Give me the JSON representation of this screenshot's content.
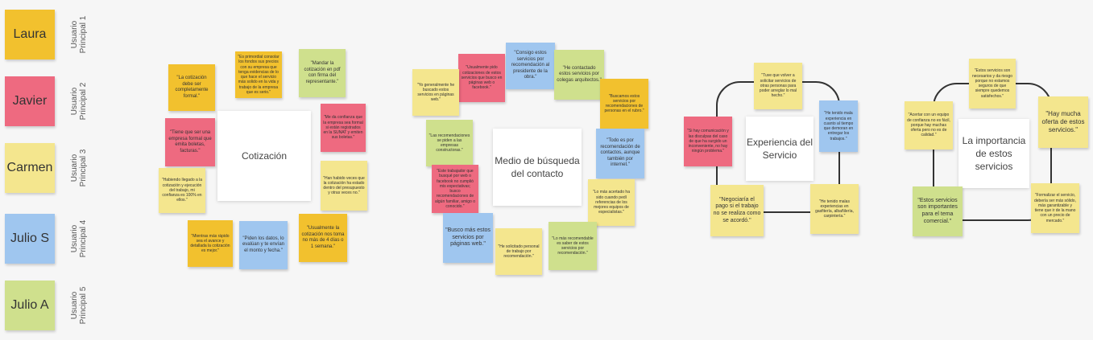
{
  "legend": [
    {
      "name": "Laura",
      "role": "Usuario\nPrincipal 1",
      "color": "#f2c12e"
    },
    {
      "name": "Javier",
      "role": "Usuario\nPrincipal 2",
      "color": "#ee6a80"
    },
    {
      "name": "Carmen",
      "role": "Usuario\nPrincipal 3",
      "color": "#f4e68e"
    },
    {
      "name": "Julio S",
      "role": "Usuario\nPrincipal 4",
      "color": "#9fc6ef"
    },
    {
      "name": "Julio A",
      "role": "Usuario\nPrincipal 5",
      "color": "#cfe08d"
    }
  ],
  "clusters": [
    {
      "title": "Cotización",
      "notes": [
        "\"La cotización debe ser completamente formal.\"",
        "\"Es primordial consolar los fondos sus precios con su empresa que tenga evidencias de lo que hace el servicio más solido en la vida y trabajo de la empresa que es serio.\"",
        "\"Mandar la cotización en pdf con firma del representante.\"",
        "\"Me da confianza que la empresa sea formal si están registrados en la SUNAT y emiten sus boletas.\"",
        "\"Tiene que ser una empresa formal que emita boletas, facturas.\"",
        "\"Habiendo llegado a la cotización y ejecución del trabajo, mi confianza es 100% en ellos.\"",
        "\"Han habido veces que la cotización ha estado dentro del presupuesto y otras veces no.\"",
        "\"Mientras más rápido sea el avance y detallada la cotización es mejor.\"",
        "\"Piden los datos, lo evalúan y te envían el monto y fecha.\"",
        "\"Usualmente la cotización nos toma no más de 4 días o 1 semana.\""
      ]
    },
    {
      "title": "Medio de búsqueda del contacto",
      "notes": [
        "\"Usualmente pido cotizaciones de estos servicios que busco en páginas web o facebook.\"",
        "\"Consigo estos servicios por recomendación al presidente de la obra.\"",
        "\"He contactado estos servicios por colegas arquitectos.\"",
        "\"Yo generalmente he buscado estos servicios en páginas web.\"",
        "\"Buscamos estos servicios por recomendaciones de personas en el rubro.\"",
        "\"Las recomendaciones se piden a las empresas constructoras.\"",
        "\"Todo es por recomendación de contactos, aunque también por internet.\"",
        "\"Este trabajador que busqué por web o facebook no cumplió mis expectativas; busco recomendaciones de algún familiar, amigo o conocido.\"",
        "\"Lo más acertado ha sido cuando pedí referencias de los mejores equipos de especialistas.\"",
        "\"Busco más estos servicios por páginas web.\"",
        "\"He solicitado personal de trabajo por recomendación.\"",
        "\"Lo más recomendable es saber de estos servicios por recomendación.\""
      ]
    },
    {
      "title": "Experiencia del Servicio",
      "notes": [
        "\"Tuve que volver a solicitar servicios de otras personas para poder arreglar lo mal hecho.\"",
        "\"He tenido mala experiencia en cuanto al tiempo que demoran en entregar los trabajos.\"",
        "\"Si hay comunicación y las disculpas del caso de que ha surgido un inconveniente, no hay ningún problema.\"",
        "\"Negociaría el pago si el trabajo no se realiza como se acordó.\"",
        "\"He tenido malas experiencias en gasfitería, albañilería, carpintería.\""
      ]
    },
    {
      "title": "La importancia de estos servicios",
      "notes": [
        "\"Estos servicios son necesarios y da riesgo porque no estamos seguros de que siempre quedemos satisfechos.\"",
        "\"Acertar con un equipo de confianza no es fácil, porque hay muchas oferta pero no es de calidad.\"",
        "\"Hay mucha oferta de estos servicios.\"",
        "\"Estos servicios son importantes para el tema comercial.\"",
        "\"Formalizar el servicio, debería ser más sólido, más garantizable y tiene que ir de la mano con un precio de mercado.\""
      ]
    }
  ]
}
